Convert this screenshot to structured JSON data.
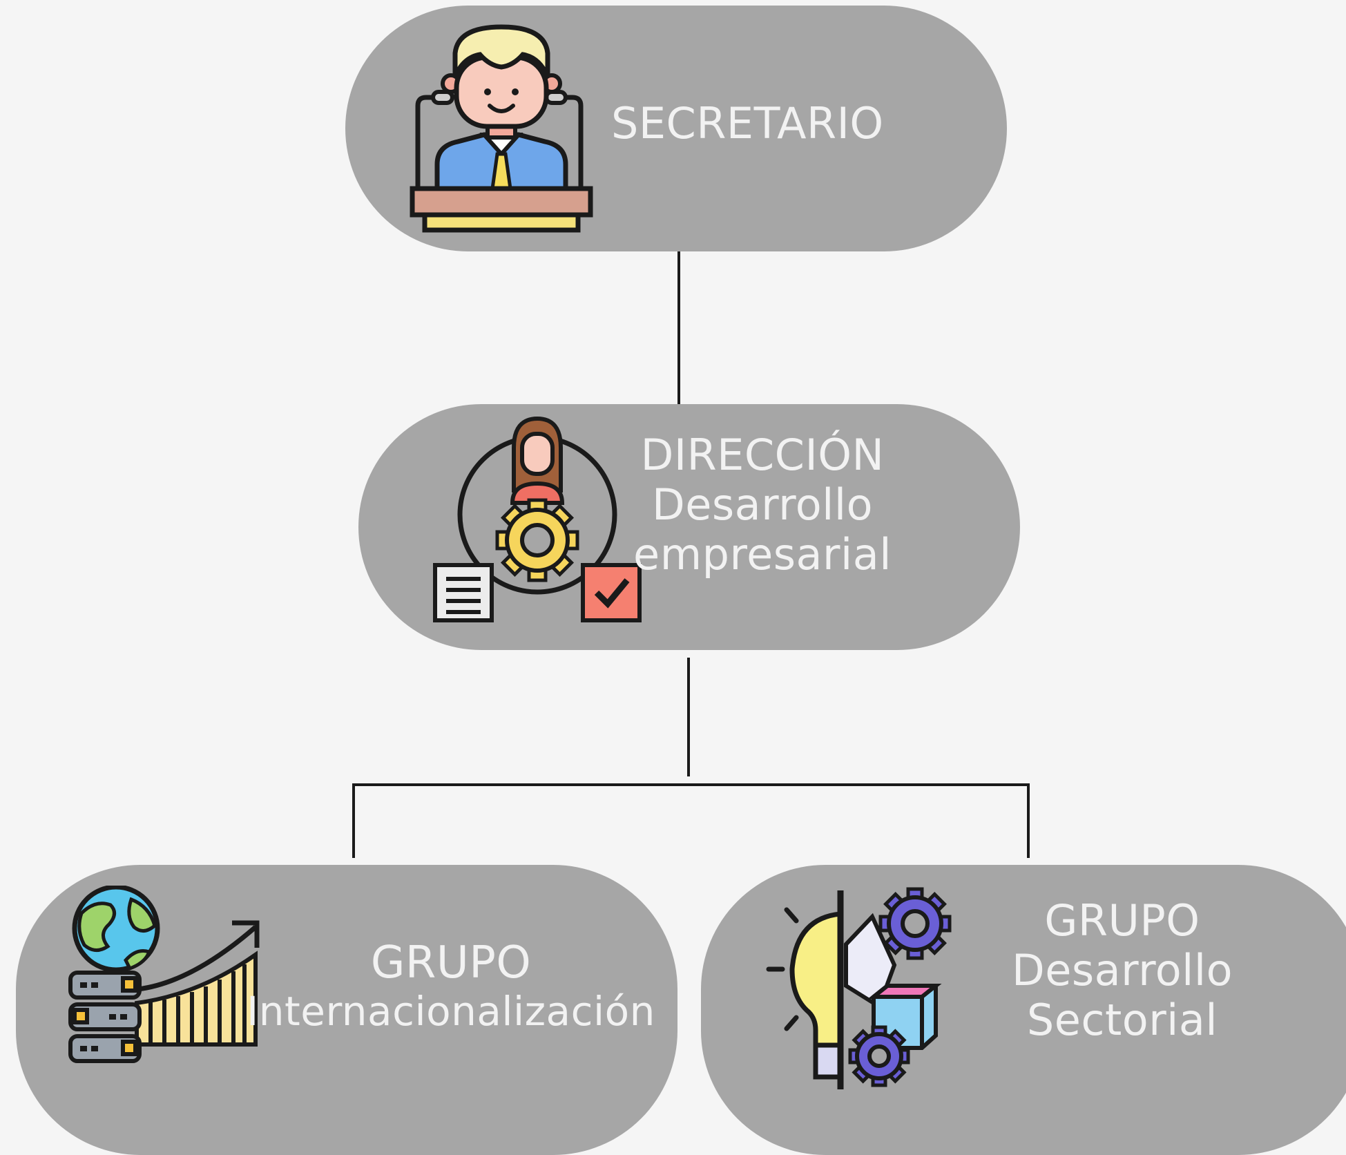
{
  "colors": {
    "background": "#f5f5f5",
    "node_fill": "#a6a6a6",
    "node_text": "#f2f2f2",
    "connector": "#1a1a1a"
  },
  "nodes": {
    "secretario": {
      "line1": "SECRETARIO",
      "icon": "speaker-at-podium-icon"
    },
    "direccion": {
      "line1": "DIRECCIÓN",
      "line2": "Desarrollo",
      "line3": "empresarial",
      "icon": "manager-process-icon"
    },
    "internacionalizacion": {
      "line1": "GRUPO",
      "line2": "Internacionalización",
      "icon": "global-growth-icon"
    },
    "sectorial": {
      "line1": "GRUPO",
      "line2": "Desarrollo",
      "line3": "Sectorial",
      "icon": "idea-development-icon"
    }
  }
}
